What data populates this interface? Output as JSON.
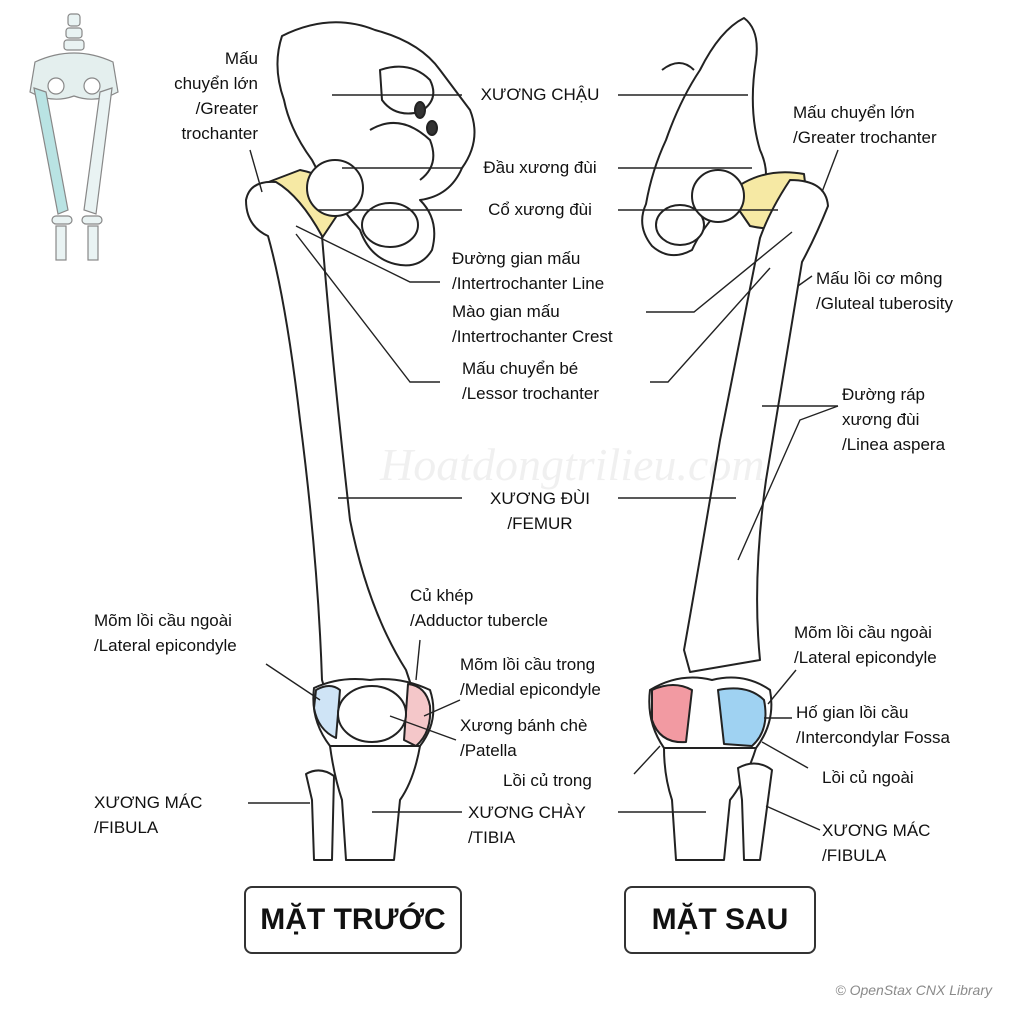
{
  "labels": {
    "ant_greater_trochanter": [
      "Mấu",
      "chuyển lớn",
      "/Greater",
      "trochanter"
    ],
    "ilium": [
      "XƯƠNG CHẬU"
    ],
    "femoral_head": [
      "Đầu xương đùi"
    ],
    "femoral_neck": [
      "Cổ xương đùi"
    ],
    "intertrochanter_line": [
      "Đường gian mấu",
      "/Intertrochanter Line"
    ],
    "intertrochanter_crest": [
      "Mào gian mấu",
      "/Intertrochanter Crest"
    ],
    "lesser_trochanter": [
      "Mấu chuyển bé",
      "/Lessor trochanter"
    ],
    "femur": [
      "XƯƠNG ĐÙI",
      "/FEMUR"
    ],
    "post_greater_trochanter": [
      "Mấu chuyển lớn",
      "/Greater trochanter"
    ],
    "gluteal_tuberosity": [
      "Mấu lồi cơ mông",
      "/Gluteal tuberosity"
    ],
    "linea_aspera": [
      "Đường ráp",
      "xương đùi",
      "/Linea aspera"
    ],
    "adductor_tubercle": [
      "Củ khép",
      "/Adductor tubercle"
    ],
    "ant_lateral_epicondyle": [
      "Mõm lồi cầu ngoài",
      "/Lateral epicondyle"
    ],
    "medial_epicondyle": [
      "Mõm lồi cầu trong",
      "/Medial epicondyle"
    ],
    "patella": [
      "Xương bánh chè",
      "/Patella"
    ],
    "medial_tubercle": [
      "Lồi củ trong"
    ],
    "ant_fibula": [
      "XƯƠNG MÁC",
      "/FIBULA"
    ],
    "tibia": [
      "XƯƠNG CHÀY",
      "/TIBIA"
    ],
    "post_lateral_epicondyle": [
      "Mõm lồi cầu ngoài",
      "/Lateral epicondyle"
    ],
    "intercondylar_fossa": [
      "Hố gian lồi cầu",
      "/Intercondylar Fossa"
    ],
    "lateral_tubercle": [
      "Lồi củ ngoài"
    ],
    "post_fibula": [
      "XƯƠNG MÁC",
      "/FIBULA"
    ]
  },
  "views": {
    "anterior": "MẶT TRƯỚC",
    "posterior": "MẶT SAU"
  },
  "watermark": "Hoatdongtrilieu.com",
  "credit": "© OpenStax CNX Library",
  "colors": {
    "bone_fill": "#ffffff",
    "bone_outline": "#222222",
    "neck_highlight": "#f6e9a4",
    "lateral_highlight": "#cfe4f6",
    "medial_highlight": "#f4c7c9",
    "condyle_red": "#f29aa2",
    "condyle_blue": "#9fd2f2",
    "thumbnail_bone": "#dcefee",
    "thumbnail_femur": "#b9e3e3"
  },
  "icons": [
    "skeleton-thumbnail-icon"
  ]
}
